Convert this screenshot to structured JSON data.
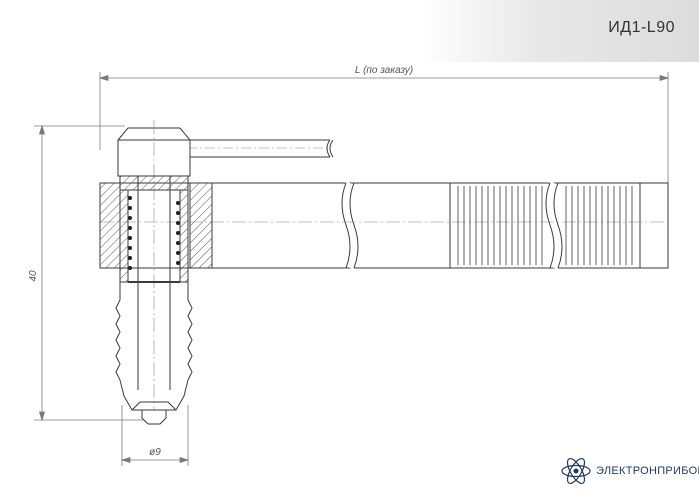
{
  "header": {
    "title": "ИД1-L90"
  },
  "dimensions": {
    "length_label": "L (по заказу)",
    "height_label": "40",
    "diameter_label": "ø9"
  },
  "logo": {
    "text": "ЭЛЕКТРОНПРИБОР"
  },
  "colors": {
    "line": "#3a3a3a",
    "dim_line": "#7a7a7a",
    "logo_blue": "#1e3a5f"
  }
}
